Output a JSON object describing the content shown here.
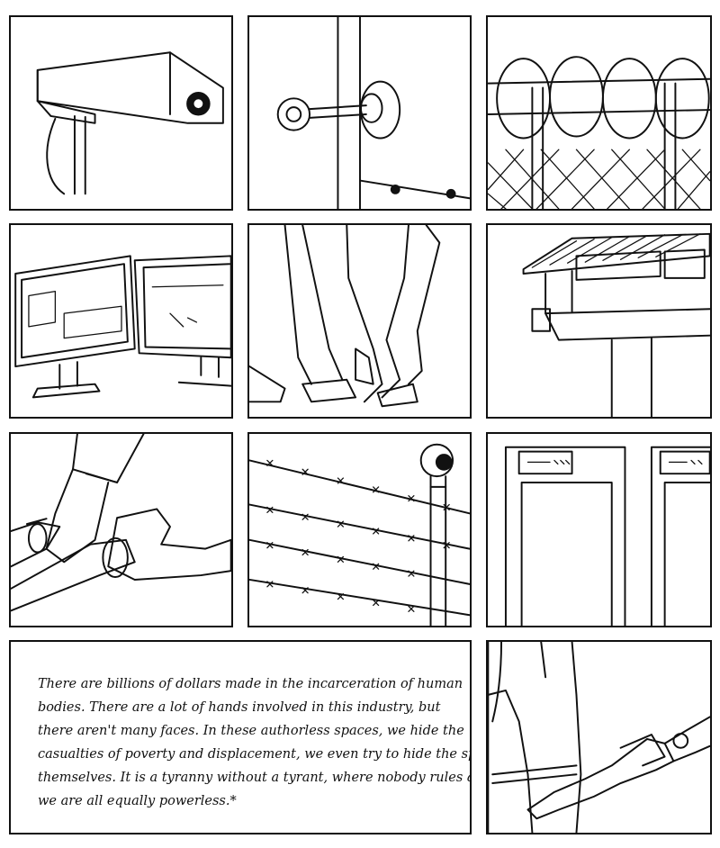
{
  "page": {
    "panels": [
      {
        "id": "surveillance-camera",
        "icon": "security-camera-icon"
      },
      {
        "id": "key-in-door",
        "icon": "key-icon"
      },
      {
        "id": "razor-wire-fence",
        "icon": "razor-wire-icon"
      },
      {
        "id": "security-monitors",
        "icon": "monitor-icon"
      },
      {
        "id": "officer-search",
        "icon": "person-icon"
      },
      {
        "id": "guard-tower",
        "icon": "watchtower-icon"
      },
      {
        "id": "handcuffs",
        "icon": "handcuffs-icon"
      },
      {
        "id": "barbed-wire-camera",
        "icon": "barbed-wire-icon"
      },
      {
        "id": "metal-detectors",
        "icon": "metal-detector-icon"
      },
      {
        "id": "text-panel"
      },
      {
        "id": "wand-search",
        "icon": "metal-detector-wand-icon"
      }
    ]
  },
  "caption": {
    "lines": [
      "There are billions of dollars made in the incarceration of human",
      "bodies. There are a lot of hands involved in this industry, but",
      "there aren't many faces. In these authorless spaces, we hide the",
      "casualties of poverty and displacement, we even try to hide the spaces",
      "themselves. It is a tyranny without a tyrant, where nobody rules and",
      "we are all equally powerless.*"
    ]
  }
}
